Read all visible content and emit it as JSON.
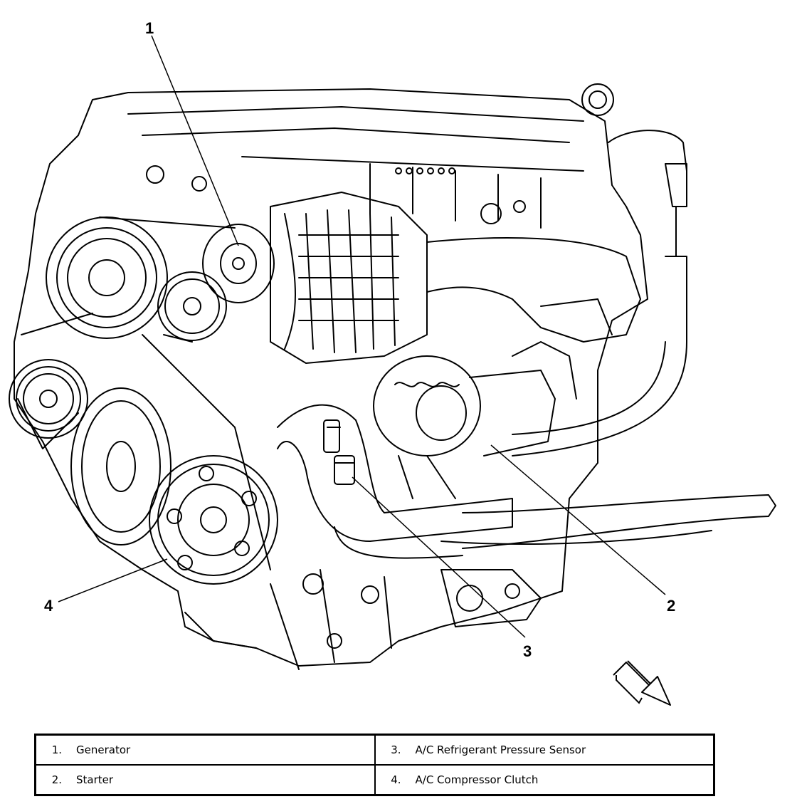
{
  "callouts": [
    {
      "id": "1",
      "number": "1"
    },
    {
      "id": "2",
      "number": "2"
    },
    {
      "id": "3",
      "number": "3"
    },
    {
      "id": "4",
      "number": "4"
    }
  ],
  "legend": [
    {
      "number": "1.",
      "label": "Generator"
    },
    {
      "number": "3.",
      "label": "A/C Refrigerant Pressure Sensor"
    },
    {
      "number": "2.",
      "label": "Starter"
    },
    {
      "number": "4.",
      "label": "A/C Compressor Clutch"
    }
  ]
}
